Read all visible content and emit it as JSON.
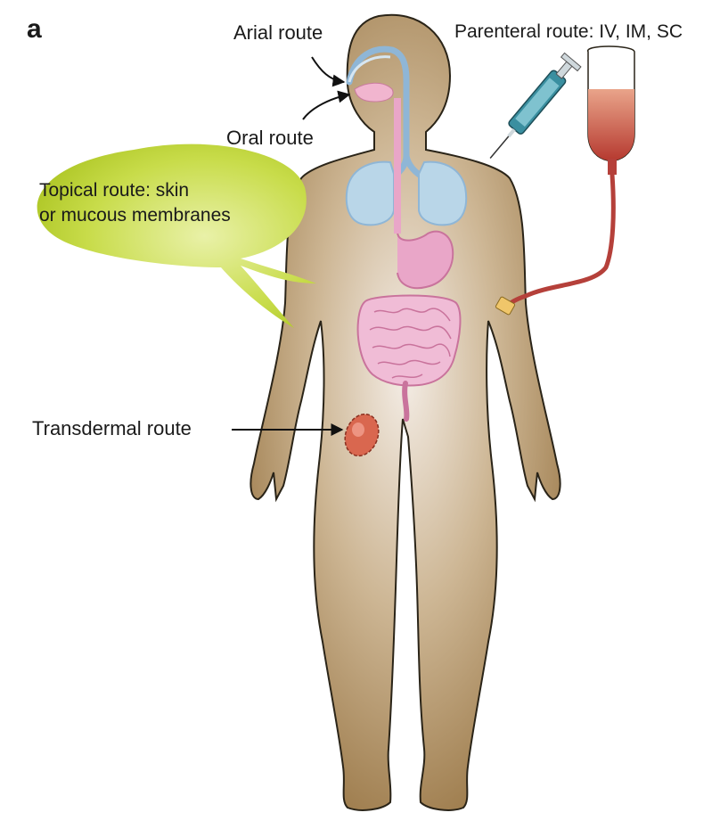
{
  "panel_letter": "a",
  "labels": {
    "arial": "Arial route",
    "oral": "Oral route",
    "parenteral": "Parenteral route: IV, IM, SC",
    "topical_line1": "Topical route: skin",
    "topical_line2": "or mucous membranes",
    "transdermal": "Transdermal route"
  },
  "colors": {
    "skin": "#9c7a4a",
    "outline": "#2a2418",
    "lungs": "#b9d6e8",
    "airway": "#8fb6d6",
    "gut": "#e9a6c8",
    "bubble": "#b7cf2a",
    "blood": "#b5403a",
    "syringe": "#3a8fa0",
    "patch": "#d9674f"
  }
}
